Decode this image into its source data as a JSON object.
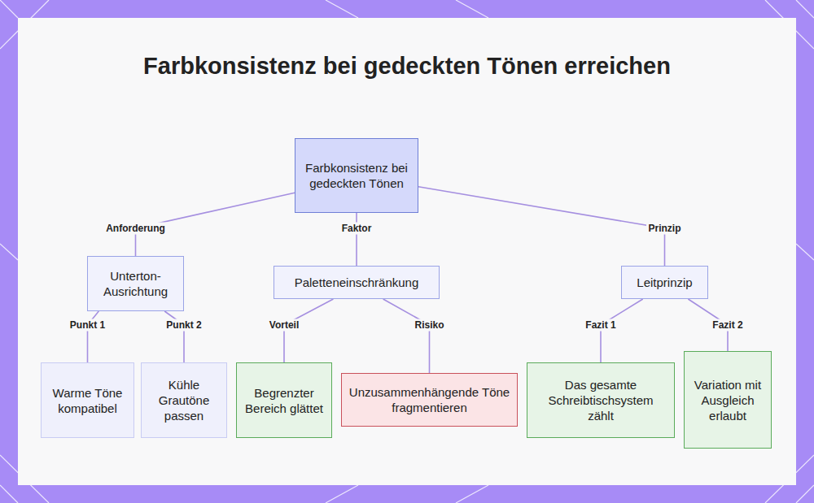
{
  "diagram": {
    "title": "Farbkonsistenz bei gedeckten Tönen erreichen",
    "nodes": [
      {
        "text": [
          "Farbkonsistenz bei gedeckten Tönen"
        ]
      },
      {
        "text": [
          "Unterton-Ausrichtung"
        ]
      },
      {
        "text": [
          "Paletteneinschränkung"
        ]
      },
      {
        "text": [
          "Leitprinzip"
        ]
      },
      {
        "text": [
          "Warme Töne kompatibel"
        ]
      },
      {
        "text": [
          "Kühle Grautöne passen"
        ]
      },
      {
        "text": [
          "Begrenzter Bereich glättet"
        ]
      },
      {
        "text": [
          "Unzusammenhängende Töne fragmentieren"
        ]
      },
      {
        "text": [
          "Das gesamte Schreibtischsystem zählt"
        ]
      },
      {
        "text": [
          "Variation mit Ausgleich erlaubt"
        ]
      }
    ],
    "edges": [
      {
        "from": 0,
        "to": 1,
        "label": "Anforderung",
        "arrow": "none"
      },
      {
        "from": 0,
        "to": 2,
        "label": "Faktor",
        "arrow": "none"
      },
      {
        "from": 0,
        "to": 3,
        "label": "Prinzip",
        "arrow": "none"
      },
      {
        "from": 1,
        "to": 4,
        "label": "Punkt 1",
        "arrow": "none"
      },
      {
        "from": 1,
        "to": 5,
        "label": "Punkt 2",
        "arrow": "none"
      },
      {
        "from": 2,
        "to": 6,
        "label": "Vorteil",
        "arrow": "none"
      },
      {
        "from": 2,
        "to": 7,
        "label": "Risiko",
        "arrow": "none"
      },
      {
        "from": 3,
        "to": 8,
        "label": "Fazit 1",
        "arrow": "none"
      },
      {
        "from": 3,
        "to": 9,
        "label": "Fazit 2",
        "arrow": "none"
      }
    ]
  }
}
